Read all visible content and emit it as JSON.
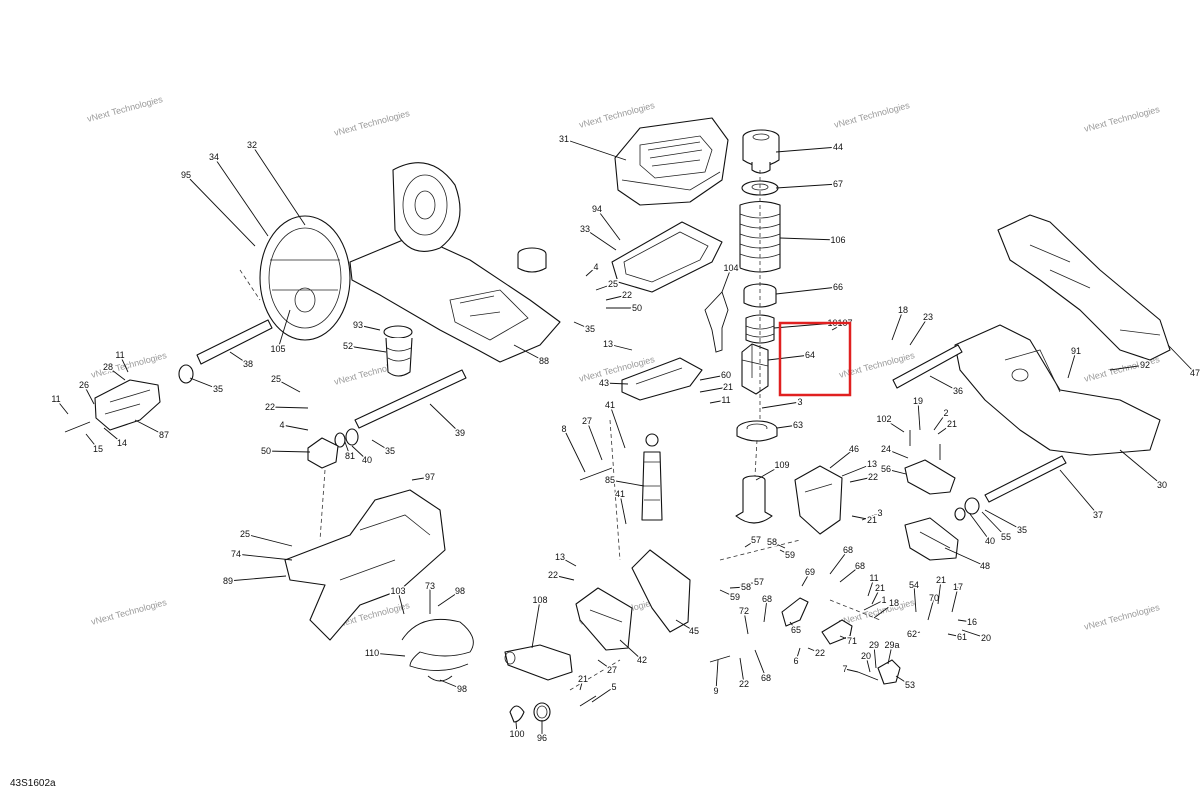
{
  "diagram": {
    "code": "43S1602a",
    "watermark": "vNext Technologies",
    "highlight_label": "64",
    "colors": {
      "highlight": "#e02020",
      "line": "#111111",
      "watermark": "#9a9a9a"
    }
  },
  "callouts": [
    {
      "id": "c31",
      "label": "31"
    },
    {
      "id": "c44",
      "label": "44"
    },
    {
      "id": "c67",
      "label": "67"
    },
    {
      "id": "c106",
      "label": "106"
    },
    {
      "id": "c66",
      "label": "66"
    },
    {
      "id": "c105a",
      "label": "105"
    },
    {
      "id": "c64",
      "label": "64"
    },
    {
      "id": "c3a",
      "label": "3"
    },
    {
      "id": "c63",
      "label": "63"
    },
    {
      "id": "c109",
      "label": "109"
    },
    {
      "id": "c94",
      "label": "94"
    },
    {
      "id": "c33",
      "label": "33"
    },
    {
      "id": "c104",
      "label": "104"
    },
    {
      "id": "c4a",
      "label": "4"
    },
    {
      "id": "c25a",
      "label": "25"
    },
    {
      "id": "c22a",
      "label": "22"
    },
    {
      "id": "c50a",
      "label": "50"
    },
    {
      "id": "c35a",
      "label": "35"
    },
    {
      "id": "c88",
      "label": "88"
    },
    {
      "id": "c34",
      "label": "34"
    },
    {
      "id": "c32",
      "label": "32"
    },
    {
      "id": "c95",
      "label": "95"
    },
    {
      "id": "c93",
      "label": "93"
    },
    {
      "id": "c52",
      "label": "52"
    },
    {
      "id": "c105b",
      "label": "105"
    },
    {
      "id": "c38",
      "label": "38"
    },
    {
      "id": "c35b",
      "label": "35"
    },
    {
      "id": "c11a",
      "label": "11"
    },
    {
      "id": "c28",
      "label": "28"
    },
    {
      "id": "c26",
      "label": "26"
    },
    {
      "id": "c11b",
      "label": "11"
    },
    {
      "id": "c87",
      "label": "87"
    },
    {
      "id": "c15",
      "label": "15"
    },
    {
      "id": "c14",
      "label": "14"
    },
    {
      "id": "c25b",
      "label": "25"
    },
    {
      "id": "c22b",
      "label": "22"
    },
    {
      "id": "c4b",
      "label": "4"
    },
    {
      "id": "c50b",
      "label": "50"
    },
    {
      "id": "c81",
      "label": "81"
    },
    {
      "id": "c40a",
      "label": "40"
    },
    {
      "id": "c35c",
      "label": "35"
    },
    {
      "id": "c39",
      "label": "39"
    },
    {
      "id": "c97",
      "label": "97"
    },
    {
      "id": "c13a",
      "label": "13"
    },
    {
      "id": "c43",
      "label": "43"
    },
    {
      "id": "c60",
      "label": "60"
    },
    {
      "id": "c21a",
      "label": "21"
    },
    {
      "id": "c11c",
      "label": "11"
    },
    {
      "id": "c41a",
      "label": "41"
    },
    {
      "id": "c8",
      "label": "8"
    },
    {
      "id": "c27a",
      "label": "27"
    },
    {
      "id": "c85",
      "label": "85"
    },
    {
      "id": "c41b",
      "label": "41"
    },
    {
      "id": "c25c",
      "label": "25"
    },
    {
      "id": "c74",
      "label": "74"
    },
    {
      "id": "c89",
      "label": "89"
    },
    {
      "id": "c103",
      "label": "103"
    },
    {
      "id": "c73",
      "label": "73"
    },
    {
      "id": "c98a",
      "label": "98"
    },
    {
      "id": "c110",
      "label": "110"
    },
    {
      "id": "c98b",
      "label": "98"
    },
    {
      "id": "c13b",
      "label": "13"
    },
    {
      "id": "c22c",
      "label": "22"
    },
    {
      "id": "c108",
      "label": "108"
    },
    {
      "id": "c42",
      "label": "42"
    },
    {
      "id": "c27b",
      "label": "27"
    },
    {
      "id": "c21b",
      "label": "21"
    },
    {
      "id": "c5",
      "label": "5"
    },
    {
      "id": "c100",
      "label": "100"
    },
    {
      "id": "c96",
      "label": "96"
    },
    {
      "id": "c45",
      "label": "45"
    },
    {
      "id": "c57a",
      "label": "57"
    },
    {
      "id": "c58a",
      "label": "58"
    },
    {
      "id": "c59a",
      "label": "59"
    },
    {
      "id": "c57b",
      "label": "57"
    },
    {
      "id": "c58b",
      "label": "58"
    },
    {
      "id": "c59b",
      "label": "59"
    },
    {
      "id": "c72",
      "label": "72"
    },
    {
      "id": "c9",
      "label": "9"
    },
    {
      "id": "c22d",
      "label": "22"
    },
    {
      "id": "c68a",
      "label": "68"
    },
    {
      "id": "c68b",
      "label": "68"
    },
    {
      "id": "c68c",
      "label": "68"
    },
    {
      "id": "c69",
      "label": "69"
    },
    {
      "id": "c68d",
      "label": "68"
    },
    {
      "id": "c65",
      "label": "65"
    },
    {
      "id": "c6",
      "label": "6"
    },
    {
      "id": "c22e",
      "label": "22"
    },
    {
      "id": "c46",
      "label": "46"
    },
    {
      "id": "c13c",
      "label": "13"
    },
    {
      "id": "c22f",
      "label": "22"
    },
    {
      "id": "c3b",
      "label": "3"
    },
    {
      "id": "c21c",
      "label": "21"
    },
    {
      "id": "c18a",
      "label": "18"
    },
    {
      "id": "c23",
      "label": "23"
    },
    {
      "id": "c36",
      "label": "36"
    },
    {
      "id": "c91",
      "label": "91"
    },
    {
      "id": "c92",
      "label": "92"
    },
    {
      "id": "c47",
      "label": "47"
    },
    {
      "id": "c19",
      "label": "19"
    },
    {
      "id": "c2",
      "label": "2"
    },
    {
      "id": "c102",
      "label": "102"
    },
    {
      "id": "c21d",
      "label": "21"
    },
    {
      "id": "c24",
      "label": "24"
    },
    {
      "id": "c56",
      "label": "56"
    },
    {
      "id": "c30",
      "label": "30"
    },
    {
      "id": "c37",
      "label": "37"
    },
    {
      "id": "c35d",
      "label": "35"
    },
    {
      "id": "c55",
      "label": "55"
    },
    {
      "id": "c40b",
      "label": "40"
    },
    {
      "id": "c48",
      "label": "48"
    },
    {
      "id": "c11d",
      "label": "11"
    },
    {
      "id": "c21e",
      "label": "21"
    },
    {
      "id": "c1",
      "label": "1"
    },
    {
      "id": "c18b",
      "label": "18"
    },
    {
      "id": "c71",
      "label": "71"
    },
    {
      "id": "c29",
      "label": "29"
    },
    {
      "id": "c29a",
      "label": "29a"
    },
    {
      "id": "c20a",
      "label": "20"
    },
    {
      "id": "c7",
      "label": "7"
    },
    {
      "id": "c54",
      "label": "54"
    },
    {
      "id": "c70",
      "label": "70"
    },
    {
      "id": "c62",
      "label": "62"
    },
    {
      "id": "c61",
      "label": "61"
    },
    {
      "id": "c21f",
      "label": "21"
    },
    {
      "id": "c17",
      "label": "17"
    },
    {
      "id": "c16",
      "label": "16"
    },
    {
      "id": "c20b",
      "label": "20"
    },
    {
      "id": "c53",
      "label": "53"
    },
    {
      "id": "c107",
      "label": "107"
    }
  ]
}
